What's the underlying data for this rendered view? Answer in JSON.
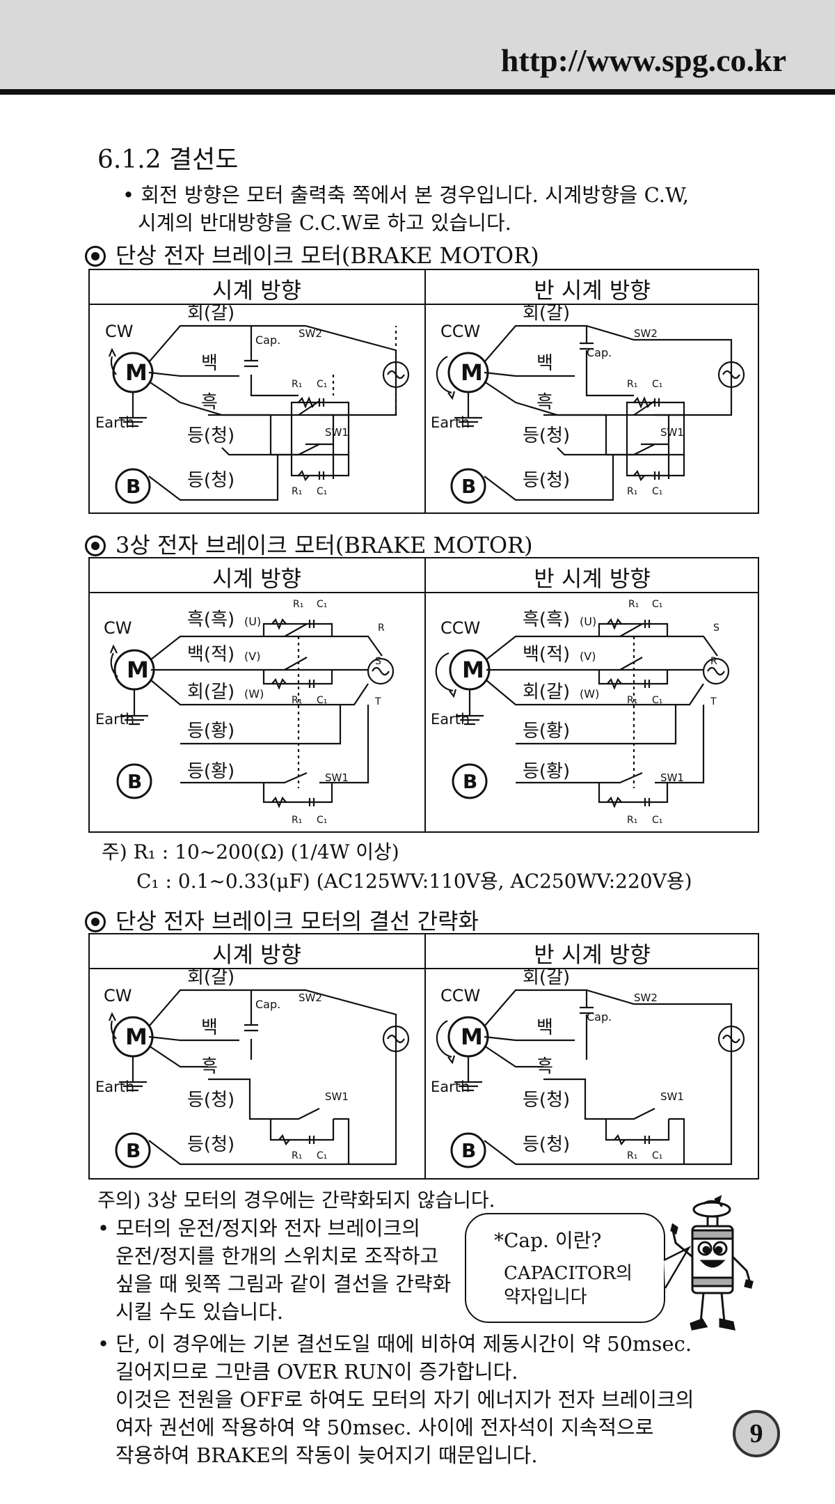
{
  "header": {
    "url": "http://www.spg.co.kr"
  },
  "section": {
    "title": "6.1.2 결선도"
  },
  "intro": {
    "line1": "회전 방향은 모터 출력축 쪽에서 본 경우입니다. 시계방향을 C.W,",
    "line2": "시계의 반대방향을 C.C.W로 하고 있습니다."
  },
  "headings": {
    "single_phase": "단상 전자 브레이크 모터(BRAKE MOTOR)",
    "three_phase": "3상 전자 브레이크 모터(BRAKE MOTOR)",
    "simplified": "단상 전자 브레이크 모터의 결선 간략화"
  },
  "columns": {
    "cw": "시계 방향",
    "ccw": "반 시계 방향"
  },
  "labels": {
    "cw": "CW",
    "ccw": "CCW",
    "motor": "M",
    "brake": "B",
    "earth": "Earth",
    "cap": "Cap.",
    "sw1": "SW1",
    "sw2": "SW2",
    "r1": "R₁",
    "c1": "C₁",
    "gray": "회(갈)",
    "white": "백",
    "black": "흑",
    "orange_blue": "등(청)",
    "black_u": "흑(흑)",
    "white_v": "백(적)",
    "gray_w": "회(갈)",
    "u": "(U)",
    "v": "(V)",
    "w": "(W)",
    "orange_yellow": "등(황)",
    "r": "R",
    "s": "S",
    "t": "T"
  },
  "notes": {
    "r1": "주) R₁ : 10~200(Ω) (1/4W 이상)",
    "c1": "C₁ : 0.1~0.33(μF) (AC125WV:110V용, AC250WV:220V용)"
  },
  "caution": {
    "title": "주의) 3상 모터의 경우에는 간략화되지 않습니다.",
    "b1_l1": "모터의 운전/정지와 전자 브레이크의",
    "b1_l2": "운전/정지를 한개의 스위치로 조작하고",
    "b1_l3": "싶을 때 윗쪽 그림과 같이 결선을 간략화",
    "b1_l4": "시킬 수도 있습니다.",
    "b2_l1": "단, 이 경우에는 기본 결선도일 때에 비하여 제동시간이 약 50msec.",
    "b2_l2": "길어지므로 그만큼 OVER RUN이 증가합니다.",
    "b2_l3": "이것은 전원을 OFF로 하여도 모터의 자기 에너지가 전자 브레이크의",
    "b2_l4": "여자 권선에 작용하여 약 50msec. 사이에 전자석이 지속적으로",
    "b2_l5": "작용하여 BRAKE의 작동이 늦어지기 때문입니다."
  },
  "bubble": {
    "l1": "*Cap. 이란?",
    "l2": "CAPACITOR의",
    "l3": "약자입니다"
  },
  "page_number": "9"
}
